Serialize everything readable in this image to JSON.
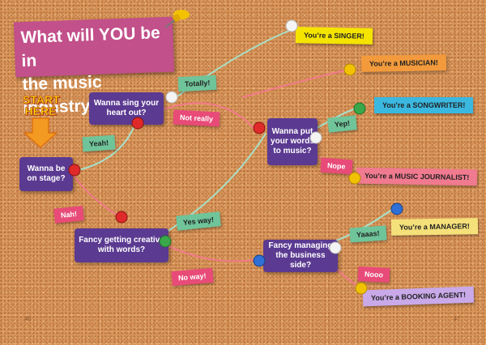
{
  "title": {
    "line1": "What will YOU be in",
    "line2": "the music industry?"
  },
  "start": {
    "line1": "START",
    "line2": "HERE"
  },
  "questions": {
    "stage": {
      "line1": "Wanna be",
      "line2": "on stage?"
    },
    "sing": {
      "line1": "Wanna sing your",
      "line2": "heart out?"
    },
    "creative": {
      "line1": "Fancy getting creative",
      "line2": "with words?"
    },
    "music": {
      "line1": "Wanna put",
      "line2": "your words",
      "line3": "to music?"
    },
    "business": {
      "line1": "Fancy managing",
      "line2": "the business side?"
    }
  },
  "answers": {
    "yeah": "Yeah!",
    "nah": "Nah!",
    "totally": "Totally!",
    "not_really": "Not really",
    "yes_way": "Yes way!",
    "no_way": "No way!",
    "yep": "Yep!",
    "nope": "Nope",
    "yaaas": "Yaaas!",
    "nooo": "Nooo"
  },
  "outcomes": {
    "singer": "You’re a SINGER!",
    "musician": "You’re a MUSICIAN!",
    "songwriter": "You’re a SONGWRITER!",
    "journalist": "You’re a MUSIC JOURNALIST!",
    "manager": "You’re a MANAGER!",
    "booking": "You’re a BOOKING AGENT!"
  },
  "page_numbers": {
    "left": "46",
    "right": "47"
  },
  "colors": {
    "cork": "#d9955a",
    "question_box": "#5b3a91",
    "title_bg": "#c2508a",
    "yes_tag": "#6fc49a",
    "no_tag": "#e84b78",
    "singer": "#f5e400",
    "musician": "#f29a3c",
    "songwriter": "#3bb8e0",
    "journalist": "#f07a8f",
    "manager": "#f5e07a",
    "booking": "#c9a9e8"
  }
}
